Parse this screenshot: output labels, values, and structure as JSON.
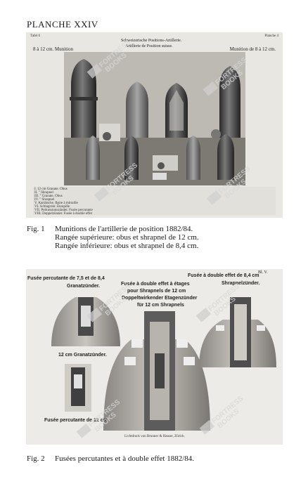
{
  "header": {
    "title": "PLANCHE XXIV"
  },
  "plate1": {
    "corner_left": "Tafel 6",
    "corner_right": "Planche 4",
    "title_de": "Schweizerische Positions-Artillerie.",
    "title_fr": "Artillerie de Position suisse.",
    "label_left": "8 à 12 cm. Munition",
    "label_right": "Munition de 8 à 12 cm.",
    "legend_lines": [
      "I. 12 cm Granate. Obus",
      "II. \" Shrapnel",
      "III. \" Granate. Obus",
      "IV. \" Shrapnel",
      "V. Kartätsche. Boite à mitraille",
      "VI. Schlagrohr. Étoupille",
      "VII. Perkussionszünder. Fusée percutante",
      "VIII. Doppelzünder. Fusée à double effet"
    ]
  },
  "caption1": {
    "fig": "Fig. 1",
    "line1": "Munitions de l'artillerie de position 1882/84.",
    "line2": "Rangée supérieure: obus et shrapnel de 12 cm.",
    "line3": "Rangée inférieure: obus et shrapnel de 8,4 cm."
  },
  "plate2": {
    "tl_line1": "Fusée percutante de 7,5 et de 8,4",
    "tl_line2": "Granatzünder.",
    "center_line1": "Fusée à double effet à étages",
    "center_line2": "pour Shrapnels de 12 cm",
    "center_line3": "Doppeltwirkender Etagenzünder",
    "center_line4": "für 12 cm Shrapnels",
    "tr_line1": "Fusée à double effet de 8,4 cm",
    "tr_line2": "Shrapnelzünder.",
    "tr_tag": "Bl. V.",
    "left_mid": "12 cm Granatzünder.",
    "bottom_left": "Fusée percutante de 12 cm",
    "imprint": "Lichtdruck von Brunner & Hauser, Zürich."
  },
  "caption2": {
    "fig": "Fig. 2",
    "text": "Fusées percutantes et à double effet 1882/84."
  },
  "watermark": {
    "line1": "FORTRESS",
    "line2": "BOOKS"
  }
}
